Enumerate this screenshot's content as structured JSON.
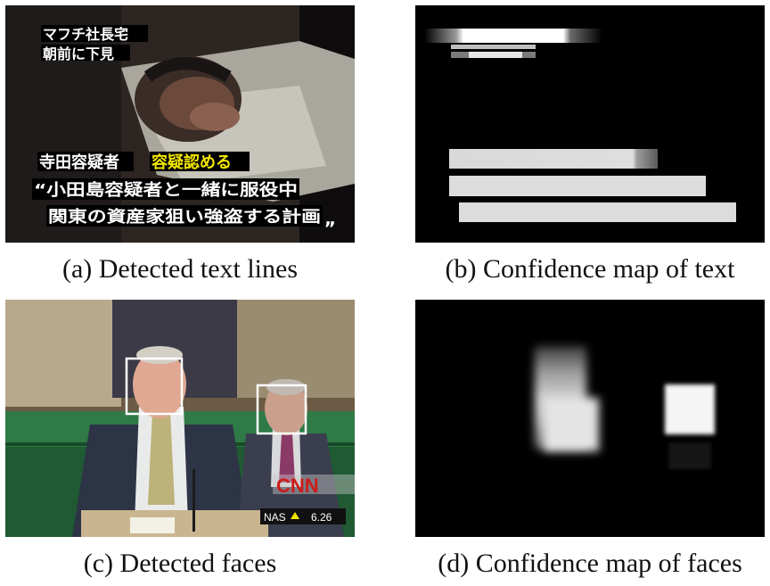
{
  "figure": {
    "panels": [
      {
        "id": "a",
        "caption": "(a)  Detected text lines",
        "overlay_text": [
          "マフチ社長宅",
          "朝前に下見",
          "寺田容疑者",
          "容疑認める",
          "“小田島容疑者と一緒に服役中",
          "関東の資産家狙い強盗する計画"
        ],
        "quote_close": "„"
      },
      {
        "id": "b",
        "caption": "(b)  Confidence map of text"
      },
      {
        "id": "c",
        "caption": "(c)  Detected faces",
        "broadcast_logo": "CNN",
        "ticker_symbol": "NAS",
        "ticker_value": "6.26"
      },
      {
        "id": "d",
        "caption": "(d)  Confidence map of faces"
      }
    ],
    "colors": {
      "background": "#ffffff",
      "map_background": "#000000",
      "detection_box": "#ffffff",
      "highlight_yellow": "#f2e600"
    }
  }
}
